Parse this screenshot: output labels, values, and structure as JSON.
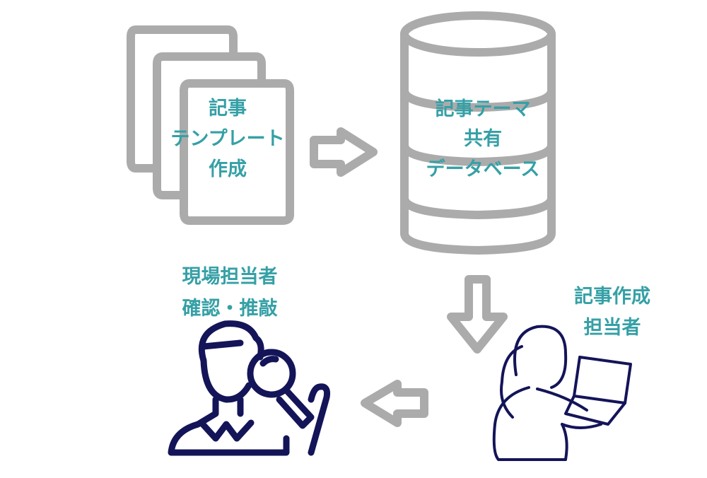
{
  "colors": {
    "label": "#35a0a6",
    "outline": "#ababab",
    "icon": "#141459"
  },
  "nodes": {
    "template": {
      "icon": "documents-icon",
      "lines": [
        "記事",
        "テンプレート",
        "作成"
      ]
    },
    "database": {
      "icon": "database-icon",
      "lines": [
        "記事テーマ",
        "共有",
        "データベース"
      ]
    },
    "writer": {
      "icon": "person-laptop-icon",
      "lines": [
        "記事作成",
        "担当者"
      ]
    },
    "reviewer": {
      "icon": "person-magnifier-icon",
      "lines": [
        "現場担当者",
        "確認・推敲"
      ]
    }
  }
}
